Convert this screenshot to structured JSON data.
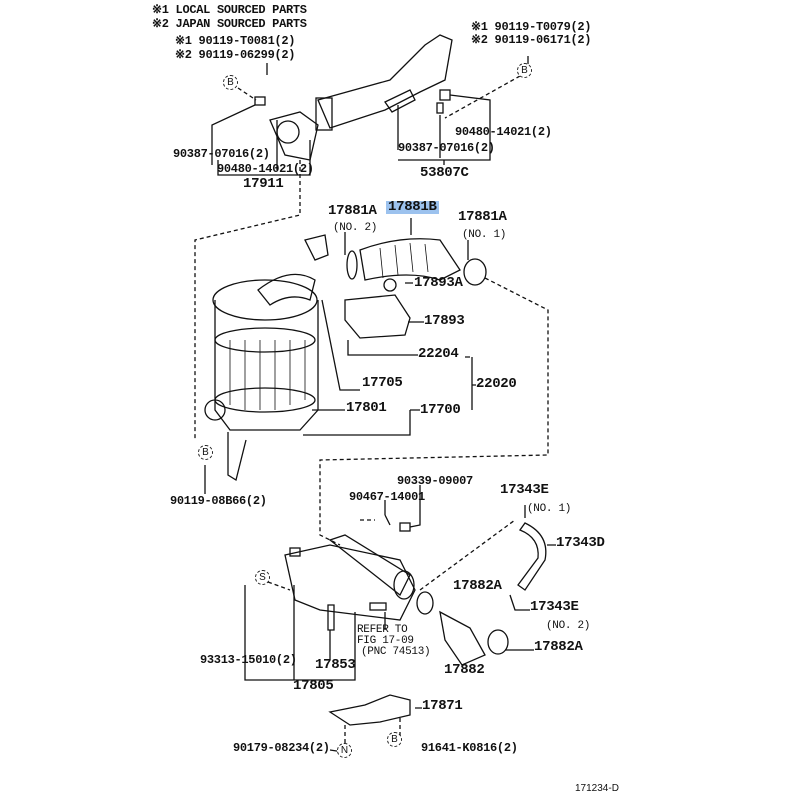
{
  "notes": {
    "local": "※1 LOCAL SOURCED PARTS",
    "japan": "※2 JAPAN SOURCED PARTS"
  },
  "labels": {
    "bolt_left_1": "※1 90119-T0081(2)",
    "bolt_left_2": "※2 90119-06299(2)",
    "bolt_right_1": "※1 90119-T0079(2)",
    "bolt_right_2": "※2 90119-06171(2)",
    "p90480_right": "90480-14021(2)",
    "p90387_right": "90387-07016(2)",
    "p53807c": "53807C",
    "p90387_left": "90387-07016(2)",
    "p90480_left": "90480-14021(2)",
    "p17911": "17911",
    "p17881a_no2": "17881A",
    "no2_a": "(NO. 2)",
    "p17881b": "17881B",
    "p17881a_no1": "17881A",
    "no1_a": "(NO. 1)",
    "p17893a": "17893A",
    "p17893": "17893",
    "p22204": "22204",
    "p17705": "17705",
    "p22020": "22020",
    "p17801": "17801",
    "p17700": "17700",
    "p90119_08b66": "90119-08B66(2)",
    "p90339": "90339-09007",
    "p90467": "90467-14001",
    "p17343e_1": "17343E",
    "no1_b": "(NO. 1)",
    "p17343d": "17343D",
    "p17882a_1": "17882A",
    "p17343e_2": "17343E",
    "no2_b": "(NO. 2)",
    "p17882a_2": "17882A",
    "refer_1": "REFER TO",
    "refer_2": "FIG 17-09",
    "refer_3": "(PNC 74513)",
    "p93313": "93313-15010(2)",
    "p17853": "17853",
    "p17882": "17882",
    "p17805": "17805",
    "p17871": "17871",
    "p90179": "90179-08234(2)",
    "p91641": "91641-K0816(2)"
  },
  "markers": {
    "b": "B",
    "s": "S",
    "n": "N"
  },
  "figure_code": "171234-D",
  "highlight_color": "#9cc2ee"
}
